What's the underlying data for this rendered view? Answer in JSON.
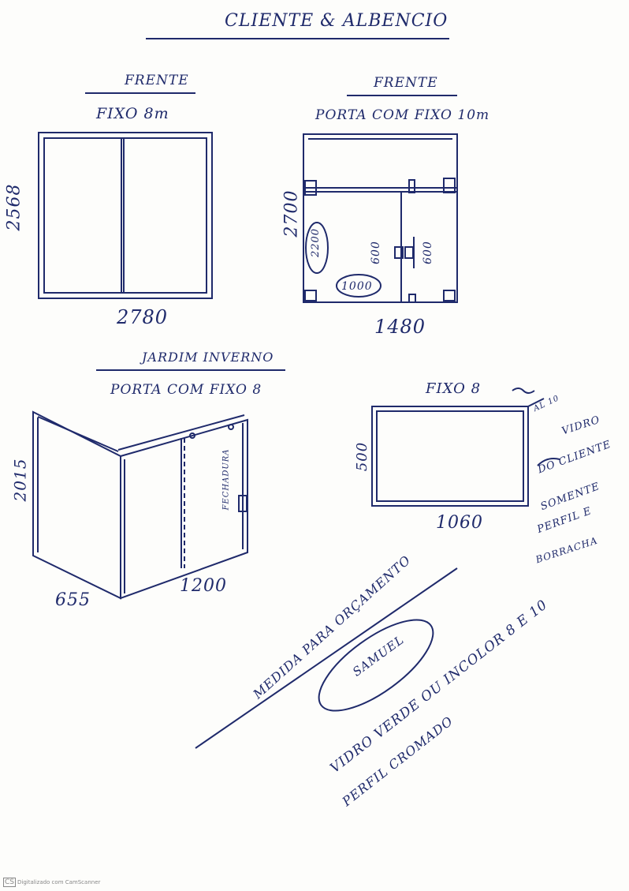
{
  "header": {
    "title": "CLIENTE & ALBENCIO"
  },
  "sketch1": {
    "heading": "FRENTE",
    "label": "FIXO 8m",
    "height": "2568",
    "width": "2780"
  },
  "sketch2": {
    "heading": "FRENTE",
    "label": "PORTA COM FIXO 10m",
    "height": "2700",
    "width": "1480",
    "door_height": "2200",
    "door_width": "1000",
    "handle_dim_1": "600",
    "handle_dim_2": "600"
  },
  "section3": {
    "heading": "JARDIM INVERNO"
  },
  "sketch3": {
    "label": "PORTA COM FIXO 8",
    "height": "2015",
    "width_left": "655",
    "width_right": "1200",
    "lock_label": "FECHADURA"
  },
  "sketch4": {
    "label": "FIXO 8",
    "height": "500",
    "width": "1060",
    "note_tag": "AL 10",
    "note_lines": [
      "VIDRO",
      "DO CLIENTE",
      "SOMENTE",
      "PERFIL E",
      "BORRACHA"
    ]
  },
  "notes": {
    "measure": "MEDIDA PARA ORÇAMENTO",
    "signature": "SAMUEL",
    "glass": "VIDRO VERDE OU INCOLOR 8 E 10",
    "profile": "PERFIL CROMADO"
  },
  "footer": {
    "logo": "CS",
    "text": "Digitalizado com CamScanner"
  }
}
